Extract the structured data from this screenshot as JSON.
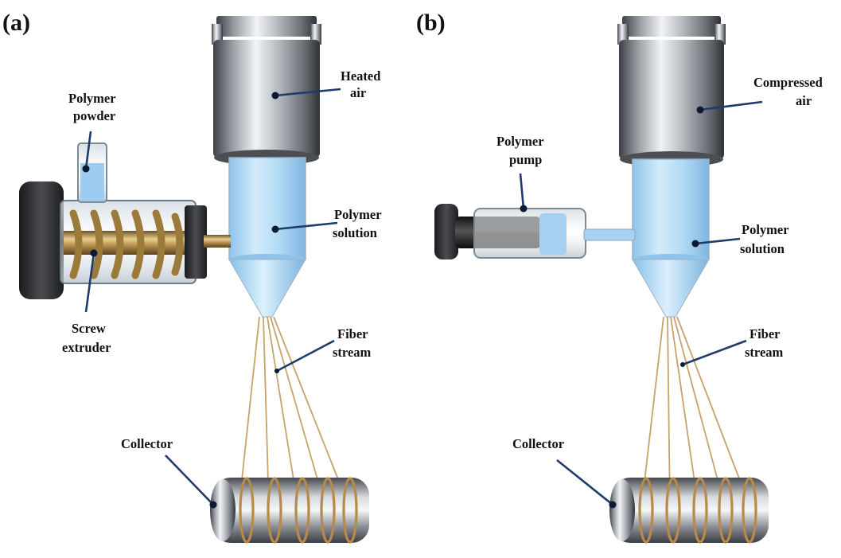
{
  "panel_a": {
    "panel_label": "(a)",
    "labels": {
      "heated_air": [
        "Heated",
        "air"
      ],
      "polymer_powder": [
        "Polymer",
        "powder"
      ],
      "polymer_solution": [
        "Polymer",
        "solution"
      ],
      "screw_extruder": [
        "Screw",
        "extruder"
      ],
      "fiber_stream": [
        "Fiber",
        "stream"
      ],
      "collector": "Collector"
    }
  },
  "panel_b": {
    "panel_label": "(b)",
    "labels": {
      "compressed_air": [
        "Compressed",
        "air"
      ],
      "polymer_pump": [
        "Polymer",
        "pump"
      ],
      "polymer_solution": [
        "Polymer",
        "solution"
      ],
      "fiber_stream": [
        "Fiber",
        "stream"
      ],
      "collector": "Collector"
    }
  },
  "colors": {
    "leader_line": "#1f3b6b",
    "solution_blue": "#a9d2f2",
    "fiber": "#c9a26a",
    "steel": "#8f9399"
  }
}
